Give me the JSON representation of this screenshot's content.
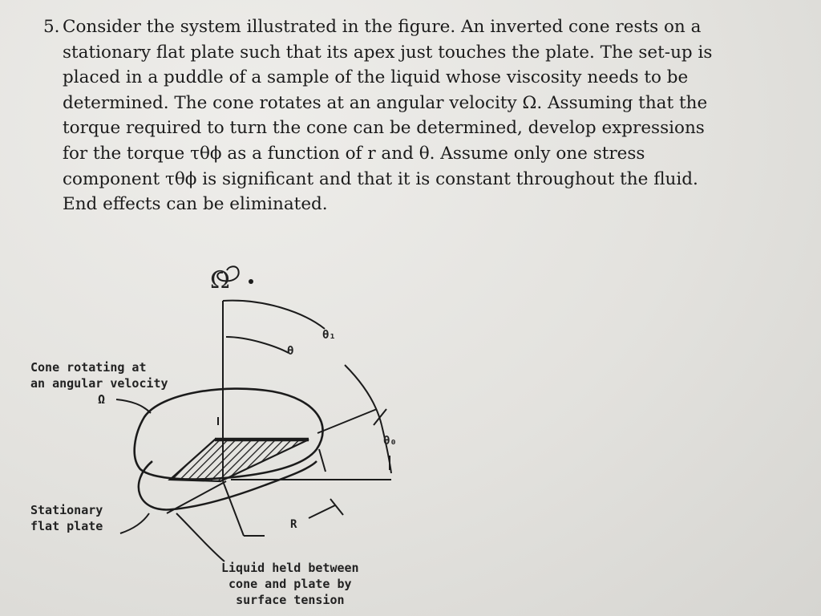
{
  "problem": {
    "number": "5.",
    "lines": [
      "Consider the system illustrated in the figure. An inverted cone rests on a",
      "stationary flat plate such that its apex just touches the plate. The set-up is",
      "placed in a puddle of a sample of the liquid whose viscosity needs to be",
      "determined. The cone rotates at an angular velocity Ω. Assuming that the",
      "torque required to turn the cone can be determined, develop expressions",
      "for the torque τθϕ as a function of r and θ. Assume only one stress",
      "component τθϕ is significant and that it is constant throughout the fluid.",
      "End effects can be eliminated."
    ]
  },
  "figure": {
    "omega_symbol": "Ω",
    "theta_label": "θ",
    "theta1_label": "θ₁",
    "theta0_label": "θ₀",
    "r_label": "R",
    "cone_label": [
      "Cone rotating at",
      "an angular velocity",
      "Ω"
    ],
    "plate_label": [
      "Stationary",
      "flat plate"
    ],
    "liquid_label": [
      "Liquid held between",
      "cone and plate by",
      "surface tension"
    ]
  },
  "colors": {
    "paper": "#e6e5e1",
    "ink": "#1b1b1b"
  }
}
